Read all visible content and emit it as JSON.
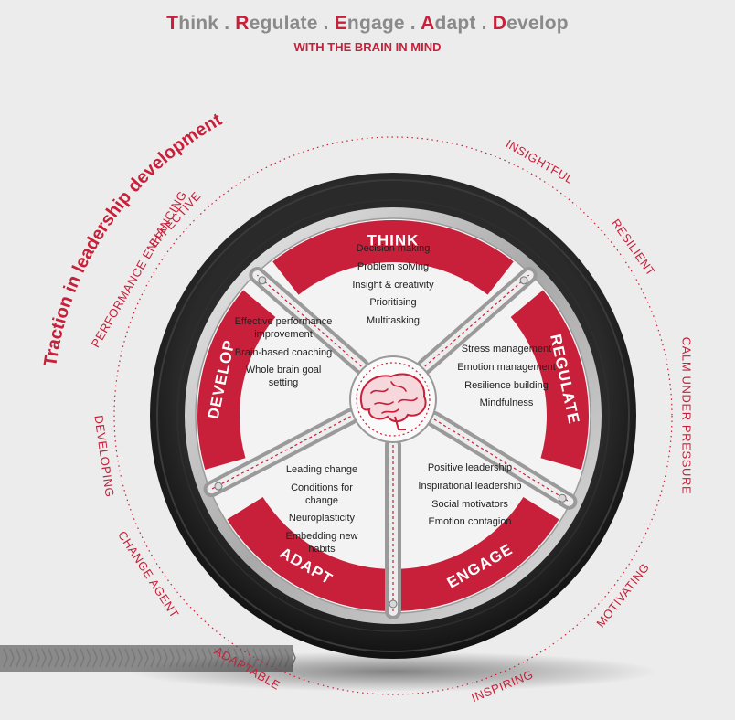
{
  "header": {
    "title_parts": [
      {
        "hl": "T",
        "rest": "hink"
      },
      {
        "hl": "R",
        "rest": "egulate"
      },
      {
        "hl": "E",
        "rest": "ngage"
      },
      {
        "hl": "A",
        "rest": "dapt"
      },
      {
        "hl": "D",
        "rest": "evelop"
      }
    ],
    "separator": " . ",
    "subtitle": "WITH THE BRAIN IN MIND"
  },
  "traction_label": "Traction in leadership development",
  "outer_words": [
    "EFFECTIVE",
    "INSIGHTFUL",
    "RESILIENT",
    "CALM UNDER PRESSURE",
    "MOTIVATING",
    "INSPIRING",
    "ADAPTABLE",
    "CHANGE AGENT",
    "DEVELOPING",
    "PERFORMANCE ENHANCING"
  ],
  "segments": {
    "think": {
      "label": "THINK",
      "items": [
        "Decision making",
        "Problem solving",
        "Insight & creativity",
        "Prioritising",
        "Multitasking"
      ]
    },
    "regulate": {
      "label": "REGULATE",
      "items": [
        "Stress management",
        "Emotion management",
        "Resilience building",
        "Mindfulness"
      ]
    },
    "engage": {
      "label": "ENGAGE",
      "items": [
        "Positive leadership",
        "Inspirational leadership",
        "Social motivators",
        "Emotion contagion"
      ]
    },
    "adapt": {
      "label": "ADAPT",
      "items": [
        "Leading change",
        "Conditions for change",
        "Neuroplasticity",
        "Embedding new habits"
      ]
    },
    "develop": {
      "label": "DEVELOP",
      "items": [
        "Effective performance improvement",
        "Brain-based coaching",
        "Whole brain goal setting"
      ]
    }
  },
  "colors": {
    "accent": "#c8203a",
    "tyre": "#1c1c1c",
    "rim": "#bfbfbf",
    "background": "#ececec"
  }
}
